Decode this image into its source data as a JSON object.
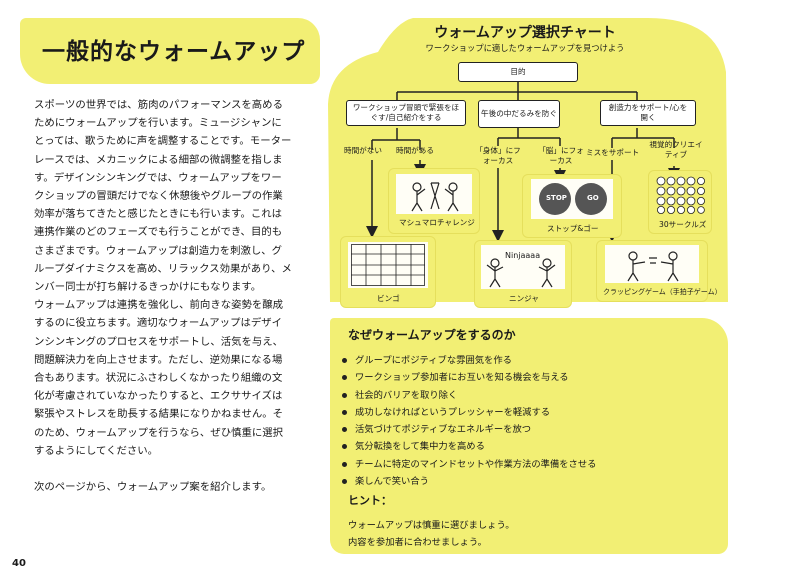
{
  "left": {
    "title": "一般的なウォームアップ",
    "paragraphs": [
      "スポーツの世界では、筋肉のパフォーマンスを高めるためにウォームアップを行います。ミュージシャンにとっては、歌うために声を調整することです。モーターレースでは、メカニックによる細部の微調整を指します。デザインシンキングでは、ウォームアップをワークショップの冒頭だけでなく休憩後やグループの作業効率が落ちてきたと感じたときにも行います。これは連携作業のどのフェーズでも行うことができ、目的もさまざまです。ウォームアップは創造力を刺激し、グループダイナミクスを高め、リラックス効果があり、メンバー同士が打ち解けるきっかけにもなります。",
      "ウォームアップは連携を強化し、前向きな姿勢を醸成するのに役立ちます。適切なウォームアップはデザインシンキングのプロセスをサポートし、活気を与え、問題解決力を向上させます。ただし、逆効果になる場合もあります。状況にふさわしくなかったり組織の文化が考慮されていなかったりすると、エクササイズは緊張やストレスを助長する結果になりかねません。そのため、ウォームアップを行うなら、ぜひ慎重に選択するようにしてください。",
      "次のページから、ウォームアップ案を紹介します。"
    ],
    "page_number": "40"
  },
  "chart": {
    "title": "ウォームアップ選択チャート",
    "subtitle": "ワークショップに適したウォームアップを見つけよう",
    "root": "目的",
    "branches": [
      "ワークショップ冒頭で緊張をほぐす/自己紹介をする",
      "午後の中だるみを防ぐ",
      "創造力をサポート/心を開く"
    ],
    "conditions": [
      "時間がない",
      "時間がある",
      "「身体」にフォーカス",
      "「脳」にフォーカス",
      "ミスをサポート",
      "視覚的クリエイティブ"
    ],
    "activities": [
      "ビンゴ",
      "マシュマロチャレンジ",
      "ニンジャ",
      "ストップ&ゴー",
      "クラッピングゲーム（手拍子ゲーム）",
      "30サークルズ"
    ],
    "illustration_text": {
      "ninja_shout": "Ninjaaaa",
      "stop": "STOP",
      "go": "GO"
    }
  },
  "why": {
    "title": "なぜウォームアップをするのか",
    "items": [
      "グループにポジティブな雰囲気を作る",
      "ワークショップ参加者にお互いを知る機会を与える",
      "社会的バリアを取り除く",
      "成功しなければというプレッシャーを軽減する",
      "活気づけてポジティブなエネルギーを放つ",
      "気分転換をして集中力を高める",
      "チームに特定のマインドセットや作業方法の準備をさせる",
      "楽しんで笑い合う"
    ],
    "hint_title": "ヒント：",
    "hint_lines": [
      "ウォームアップは慎重に選びましょう。",
      "内容を参加者に合わせましょう。"
    ]
  },
  "colors": {
    "accent_yellow": "#f2ef74",
    "ink": "#1a1a1a"
  }
}
